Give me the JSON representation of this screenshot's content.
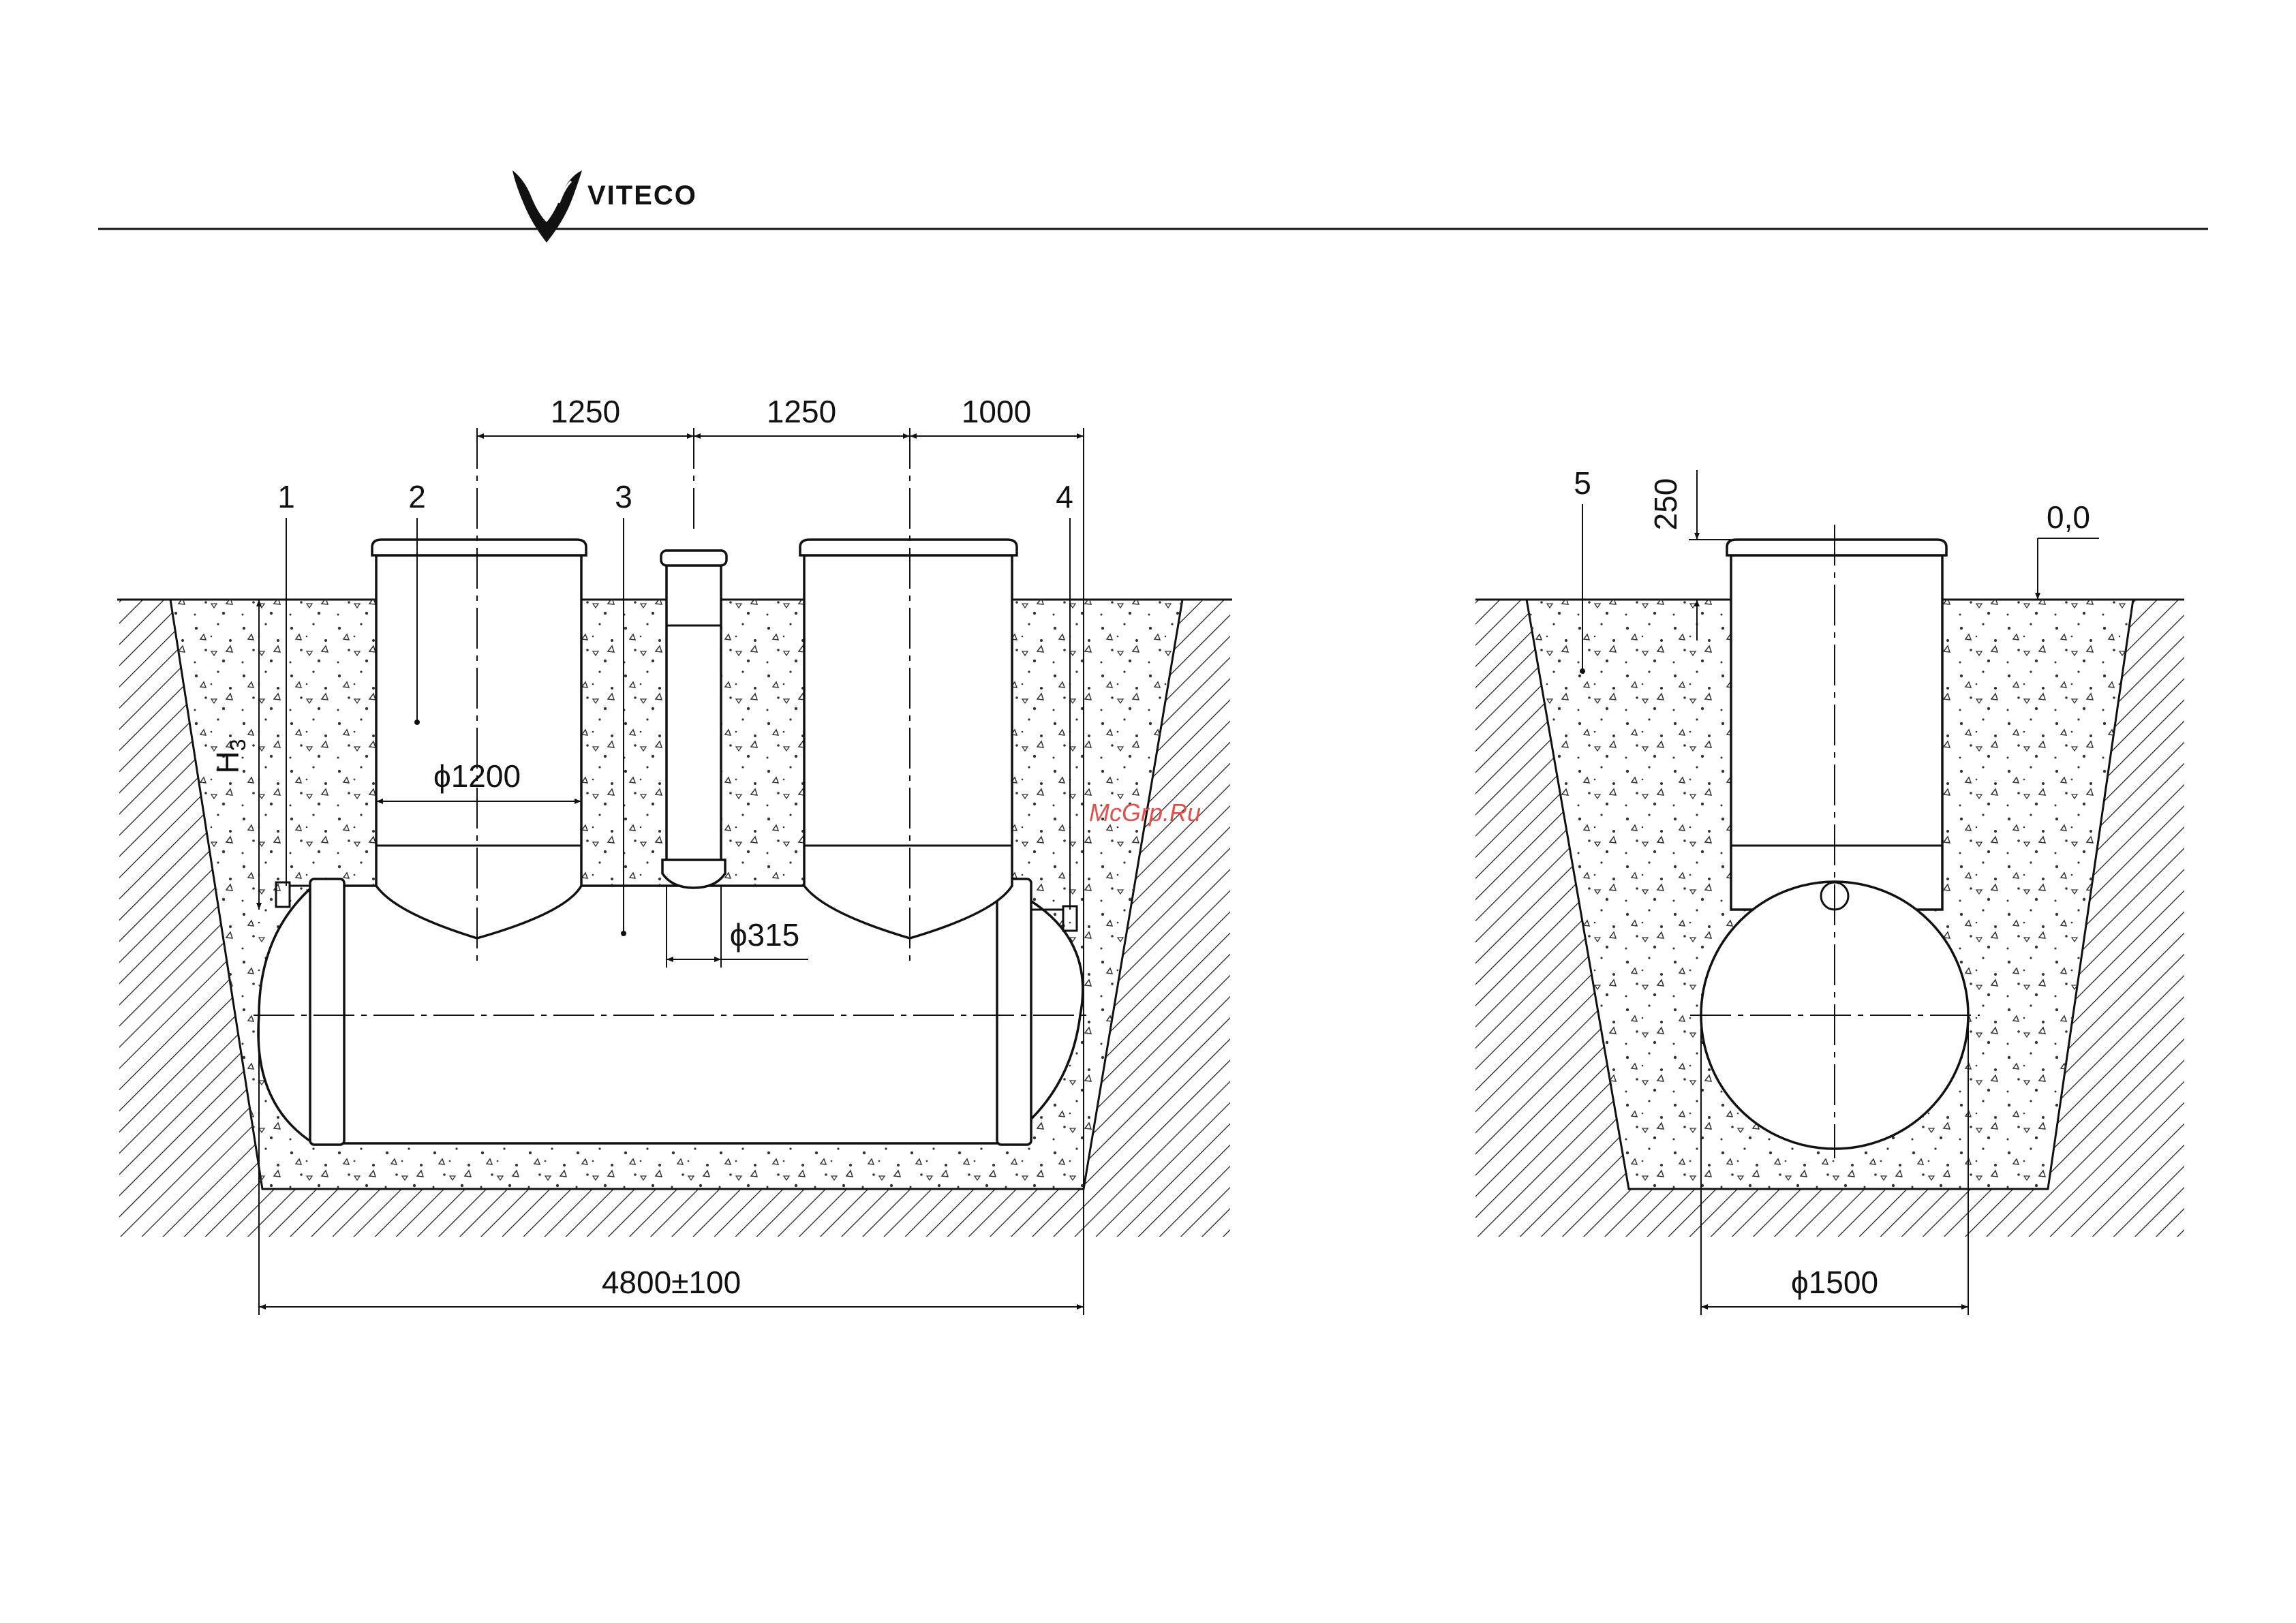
{
  "header": {
    "brand": "VITECO"
  },
  "watermark": "McGrp.Ru",
  "front_view": {
    "dimensions": {
      "top_span_1": "1250",
      "top_span_2": "1250",
      "top_span_3": "1000",
      "neck_diameter": "ϕ1200",
      "pipe_diameter": "ϕ315",
      "total_length": "4800±100",
      "depth": "H3"
    },
    "callouts": [
      "1",
      "2",
      "3",
      "4"
    ]
  },
  "side_view": {
    "dimensions": {
      "neck_height": "250",
      "ground_level": "0,0",
      "tank_diameter": "ϕ1500"
    },
    "callouts": [
      "5"
    ]
  }
}
